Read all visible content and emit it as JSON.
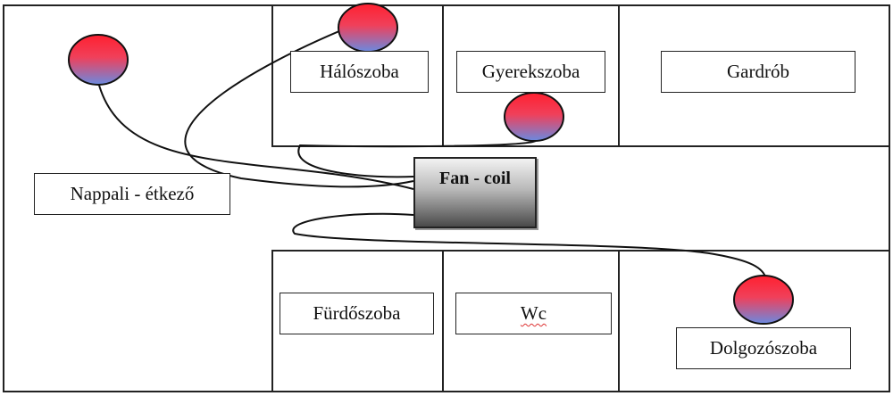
{
  "colors": {
    "walls": "#222222",
    "sensor_top": "#ff2030",
    "sensor_bottom": "#6a8ae0",
    "fancoil_top": "#f2f2f2",
    "fancoil_bottom": "#4a4a4a",
    "spellcheck_underline": "#dd3333"
  },
  "fancoil": {
    "label": "Fan - coil"
  },
  "rooms": {
    "halo": "Hálószoba",
    "gyerek": "Gyerekszoba",
    "gardrob": "Gardrób",
    "nappali": "Nappali - étkező",
    "furdo": "Fürdőszoba",
    "wc": "Wc",
    "dolgozo": "Dolgozószoba"
  }
}
